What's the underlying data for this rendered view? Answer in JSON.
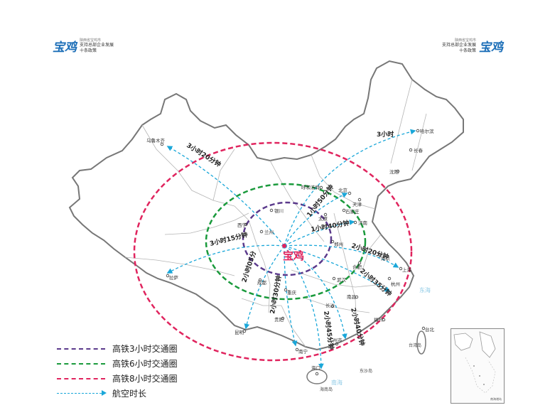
{
  "header": {
    "brand": "宝鸡",
    "small_text": "陕西省宝鸡市",
    "tagline_1": "支持总部企业发展",
    "tagline_2": "十条政策"
  },
  "center_city": "宝鸡",
  "cities": {
    "urumqi": "乌鲁木齐",
    "harbin": "哈尔滨",
    "changchun": "长春",
    "shenyang": "沈阳",
    "hohhot": "呼和浩特",
    "beijing": "北京",
    "tianjin": "天津",
    "shijiazhuang": "石家庄",
    "taiyuan": "太原",
    "jinan": "济南",
    "yinchuan": "银川",
    "xining": "西宁",
    "lanzhou": "兰州",
    "zhengzhou": "郑州",
    "nanjing": "南京",
    "shanghai": "上海",
    "hangzhou": "杭州",
    "wuhan": "武汉",
    "hefei": "合肥",
    "chengdu": "成都",
    "chongqing": "重庆",
    "lhasa": "拉萨",
    "changsha": "长沙",
    "nanchang": "南昌",
    "fuzhou": "福州",
    "guiyang": "贵阳",
    "kunming": "昆明",
    "nanning": "南宁",
    "guangzhou": "广州市",
    "haikou": "海口",
    "taipei": "台北"
  },
  "sea_labels": {
    "east_sea": "东海",
    "taiwan_island": "台湾岛",
    "hainan_island": "海南岛",
    "dongsha": "东沙岛",
    "south_sea": "南海"
  },
  "durations": {
    "urumqi": "3小时20分钟",
    "harbin": "3小时",
    "beijing": "1小时50分钟",
    "jinan": "1小时40分钟",
    "lhasa": "3小时15分钟",
    "shanghai": "2小时20分钟",
    "kunming": "2小时05分",
    "nanning": "2小时30分钟",
    "guangzhou": "2小时45分钟",
    "fuzhou": "2小时40分钟",
    "hangzhou": "2小时35分钟"
  },
  "legend": [
    {
      "label": "高铁3小时交通圈",
      "color": "#5b3a8c"
    },
    {
      "label": "高铁6小时交通圈",
      "color": "#1a9a3c"
    },
    {
      "label": "高铁8小时交通圈",
      "color": "#e0245e"
    },
    {
      "label": "航空时长",
      "color": "#1aa7d9"
    }
  ],
  "inset": {
    "title": "南海诸岛"
  },
  "colors": {
    "ring_3h": "#5b3a8c",
    "ring_6h": "#1a9a3c",
    "ring_8h": "#e0245e",
    "flight": "#1aa7d9",
    "center": "#e0245e",
    "border": "#777777",
    "water": "#8ecae6"
  }
}
